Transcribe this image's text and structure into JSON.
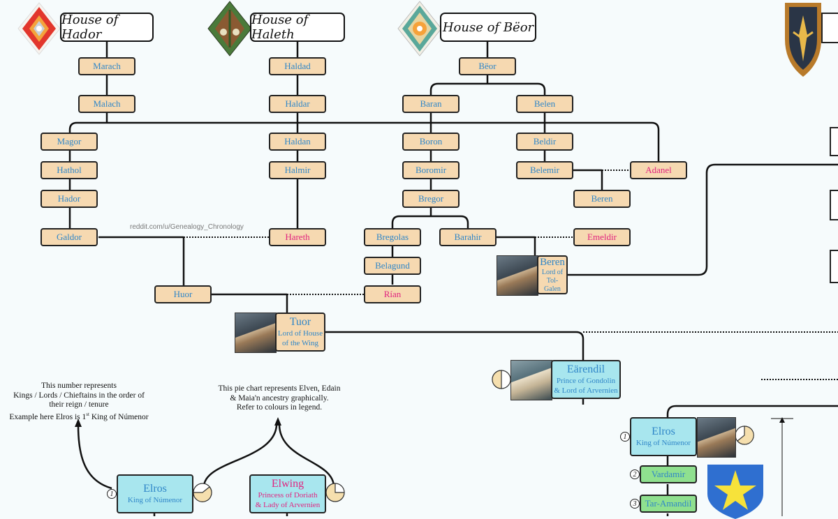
{
  "houses": {
    "hador": "House of Hador",
    "haleth": "House of Haleth",
    "beor": "House of Bëor"
  },
  "persons": {
    "marach": "Marach",
    "malach": "Malach",
    "magor": "Magor",
    "hathol": "Hathol",
    "hador": "Hador",
    "galdor": "Galdor",
    "haldad": "Haldad",
    "haldar": "Haldar",
    "haldan": "Haldan",
    "halmir": "Halmir",
    "hareth": "Hareth",
    "beor": "Bëor",
    "baran": "Baran",
    "belen": "Belen",
    "boron": "Boron",
    "beldir": "Beldir",
    "boromir": "Boromir",
    "belemir": "Belemir",
    "adanel": "Adanel",
    "bregor": "Bregor",
    "beren_elder": "Beren",
    "bregolas": "Bregolas",
    "barahir": "Barahir",
    "emeldir": "Emeldir",
    "belegund": "Belagund",
    "rian": "Rían",
    "huor": "Huor",
    "vardamir": "Vardamir",
    "taramandil": "Tar-Amandil"
  },
  "cards": {
    "beren": {
      "name": "Beren",
      "title1": "Lord of",
      "title2": "Tol-Galen"
    },
    "tuor": {
      "name": "Tuor",
      "title1": "Lord of House",
      "title2": "of the Wing"
    },
    "earendil": {
      "name": "Eärendil",
      "title1": "Prince of Gondolin",
      "title2": "& Lord of Arvernien"
    },
    "elros_right": {
      "name": "Elros",
      "title1": "King of Númenor"
    },
    "elros_legend": {
      "name": "Elros",
      "title1": "King of Númenor"
    },
    "elwing_legend": {
      "name": "Elwing",
      "title1": "Princess of Doriath",
      "title2": "& Lady of Arvernien"
    }
  },
  "reign_numbers": {
    "legend": "1",
    "elros": "1",
    "vardamir": "2",
    "taramandil": "3"
  },
  "credit": "reddit.com/u/Genealogy_Chronology",
  "notes": {
    "number": [
      "This number represents",
      "Kings / Lords / Chieftains in the order of",
      "their reign / tenure",
      "Example here Elros is 1",
      "st",
      " King of Númenor"
    ],
    "pie": [
      "This pie chart represents Elven, Edain",
      "& Maia'n ancestry graphically.",
      "Refer to colours in legend."
    ]
  },
  "colors": {
    "box_fill": "#f6d9b1",
    "male_text": "#2f86c8",
    "female_text": "#e0237f",
    "card_cyan": "#a8e6ee",
    "card_green": "#8fe08f",
    "background": "#f6fbfc"
  },
  "icons": [
    "hador-crest-icon",
    "haleth-crest-icon",
    "beor-crest-icon",
    "shield-crest-icon",
    "star-shield-icon"
  ]
}
